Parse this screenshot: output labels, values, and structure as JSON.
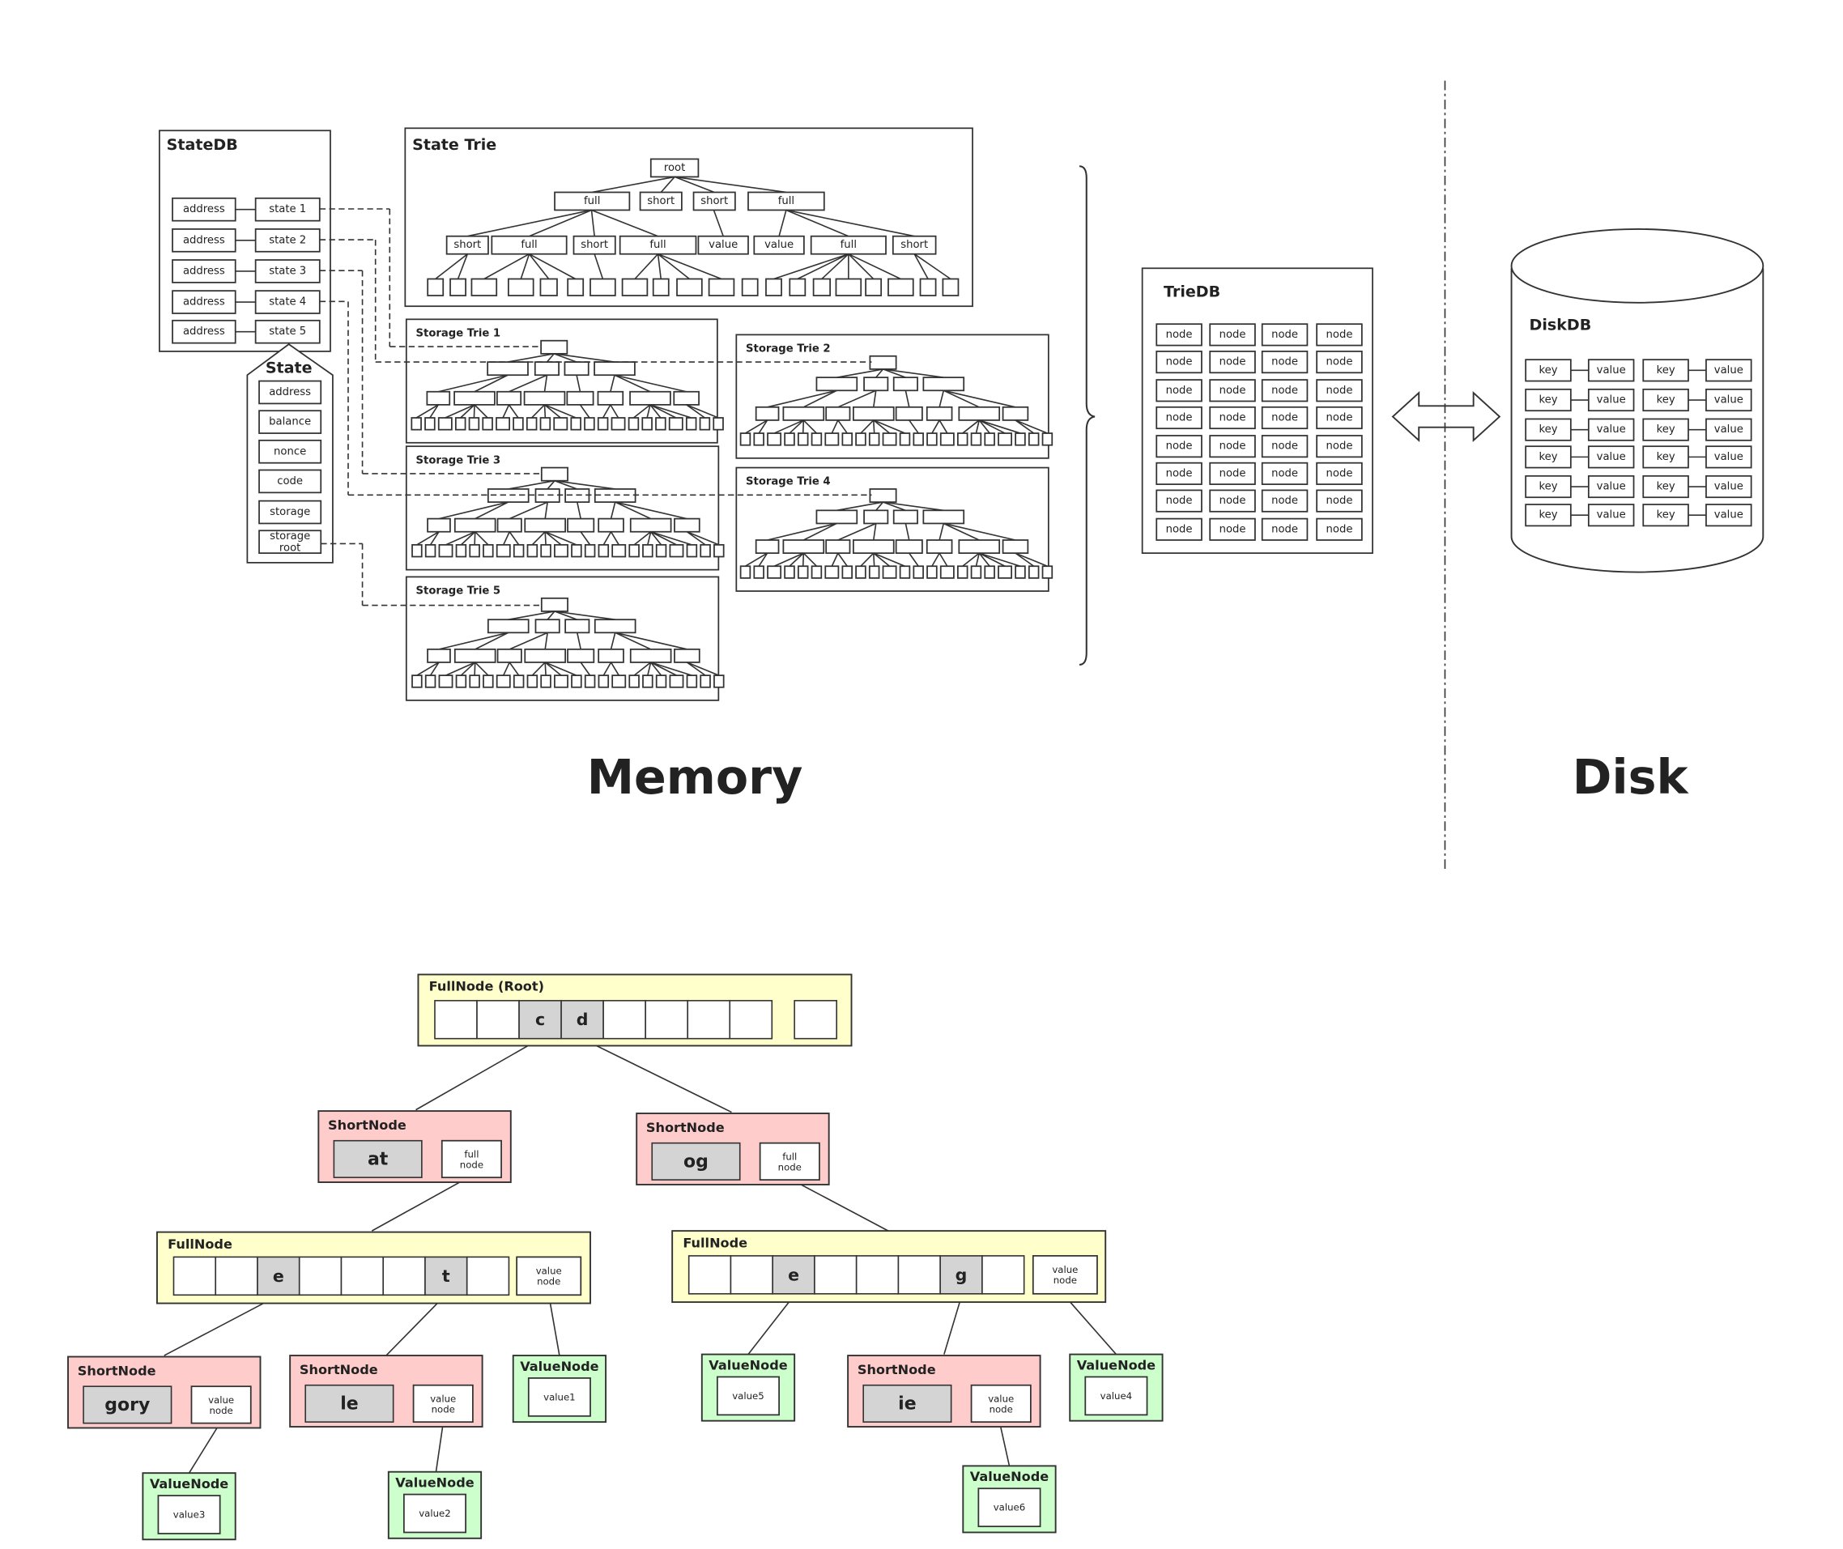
{
  "statedb": {
    "title": "StateDB",
    "rows": [
      {
        "key": "address",
        "state": "state 1"
      },
      {
        "key": "address",
        "state": "state 2"
      },
      {
        "key": "address",
        "state": "state 3"
      },
      {
        "key": "address",
        "state": "state 4"
      },
      {
        "key": "address",
        "state": "state 5"
      }
    ]
  },
  "state_object": {
    "title": "State",
    "fields": [
      "address",
      "balance",
      "nonce",
      "code",
      "storage",
      "storage\nroot"
    ]
  },
  "state_trie": {
    "title": "State Trie",
    "root": "root",
    "level1": [
      "full",
      "short",
      "short",
      "full"
    ],
    "level2": [
      "short",
      "full",
      "short",
      "full",
      "value",
      "value",
      "full",
      "short"
    ]
  },
  "storage_tries": [
    "Storage Trie 1",
    "Storage Trie 2",
    "Storage Trie 3",
    "Storage Trie 4",
    "Storage Trie 5"
  ],
  "triedb": {
    "title": "TrieDB",
    "cell": "node",
    "rows": 8,
    "cols": 4
  },
  "diskdb": {
    "title": "DiskDB",
    "key": "key",
    "value": "value",
    "rows": 6
  },
  "sections": {
    "memory": "Memory",
    "disk": "Disk"
  },
  "trie_example": {
    "root": {
      "title": "FullNode (Root)",
      "slots": [
        "",
        "",
        "c",
        "d",
        "",
        "",
        "",
        "",
        ""
      ]
    },
    "short_at": {
      "title": "ShortNode",
      "key": "at",
      "ref": "full\nnode"
    },
    "short_og": {
      "title": "ShortNode",
      "key": "og",
      "ref": "full\nnode"
    },
    "full_left": {
      "title": "FullNode",
      "slots": [
        "",
        "",
        "e",
        "",
        "",
        "",
        "t",
        ""
      ],
      "value": "value\nnode"
    },
    "full_right": {
      "title": "FullNode",
      "slots": [
        "",
        "",
        "e",
        "",
        "",
        "",
        "g",
        ""
      ],
      "value": "value\nnode"
    },
    "short_gory": {
      "title": "ShortNode",
      "key": "gory",
      "ref": "value\nnode"
    },
    "short_le": {
      "title": "ShortNode",
      "key": "le",
      "ref": "value\nnode"
    },
    "short_ie": {
      "title": "ShortNode",
      "key": "ie",
      "ref": "value\nnode"
    },
    "value1": {
      "title": "ValueNode",
      "value": "value1"
    },
    "value2": {
      "title": "ValueNode",
      "value": "value2"
    },
    "value3": {
      "title": "ValueNode",
      "value": "value3"
    },
    "value4": {
      "title": "ValueNode",
      "value": "value4"
    },
    "value5": {
      "title": "ValueNode",
      "value": "value5"
    },
    "value6": {
      "title": "ValueNode",
      "value": "value6"
    }
  },
  "colors": {
    "full_fill": "#ffffcc",
    "short_fill": "#ffcccc",
    "value_fill": "#ccffcc",
    "key_fill": "#d4d4d4",
    "stroke": "#333333"
  }
}
